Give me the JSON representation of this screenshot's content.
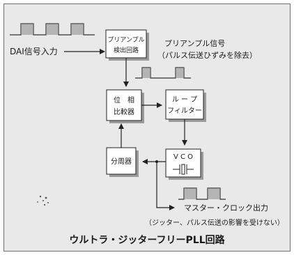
{
  "diagram": {
    "title": "ウルトラ・ジッターフリーPLL回路",
    "input_label": "DAI信号入力",
    "preamp_signal_label": "プリアンプル信号",
    "preamp_signal_note": "（パルス伝送ひずみを除去）",
    "output_label": "マスター・クロック出力",
    "output_note": "（ジッター、パルス伝送の影響を受けない）",
    "blocks": {
      "preamble_detect": [
        "プリアンプル",
        "検出回路"
      ],
      "phase_comparator": [
        "位　相",
        "比較器"
      ],
      "loop_filter": [
        "ル ー プ",
        "フィルター"
      ],
      "vco": "V C O",
      "divider": "分周器"
    }
  }
}
